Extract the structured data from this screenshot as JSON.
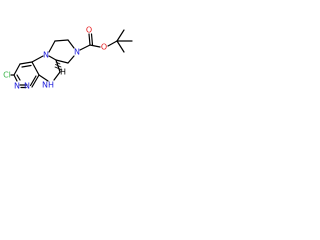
{
  "molecule": {
    "atoms": {
      "cl": "Cl",
      "n_py_a": "N",
      "n_py_b": "N",
      "nh": "NH",
      "n_ring": "N",
      "n_boc": "N",
      "o_ester": "O",
      "o_carbonyl": "O"
    },
    "stereo_label": "H"
  },
  "colors": {
    "chlorine": "#3cb44b",
    "nitrogen": "#1f1fdc",
    "oxygen": "#e6191c",
    "carbon_bond": "#000000"
  }
}
